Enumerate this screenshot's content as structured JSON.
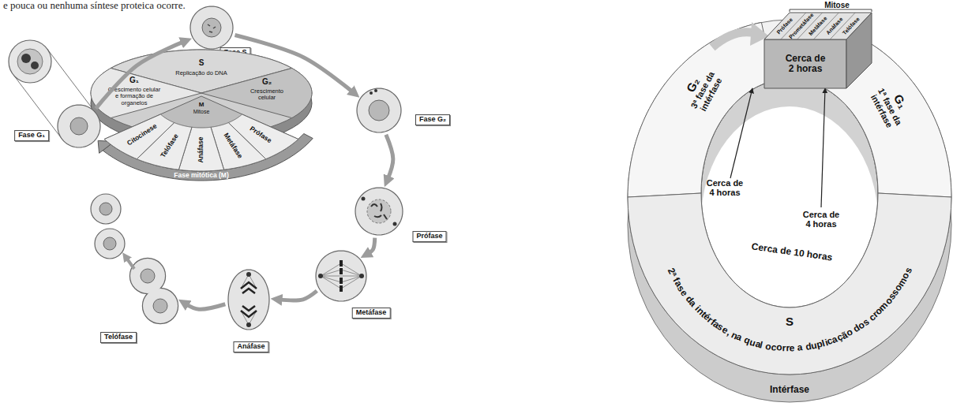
{
  "diagram": {
    "nodes": [
      {
        "text": [
          "Fase G₁"
        ]
      },
      {
        "text": [
          "Fase S"
        ]
      },
      {
        "text": [
          "Fase G₂"
        ]
      },
      {
        "text": [
          "Prófase"
        ]
      },
      {
        "text": [
          "Metáfase"
        ]
      },
      {
        "text": [
          "Anáfase"
        ]
      },
      {
        "text": [
          "Telófase"
        ]
      },
      {
        "text": [
          "S",
          "Replicação do DNA"
        ]
      },
      {
        "text": [
          "G₁",
          "Crescimento celular e formação de organelos"
        ]
      },
      {
        "text": [
          "G₂",
          "Crescimento celular"
        ]
      },
      {
        "text": [
          "M",
          "Mitose"
        ]
      },
      {
        "text": [
          "Prófase"
        ],
        "in": 10
      },
      {
        "text": [
          "Metáfase"
        ],
        "in": 10
      },
      {
        "text": [
          "Anáfase"
        ],
        "in": 10
      },
      {
        "text": [
          "Telófase"
        ],
        "in": 10
      },
      {
        "text": [
          "Citocinese"
        ],
        "in": 10
      },
      {
        "text": [
          "G₂",
          "3ª fase da intérfase"
        ]
      },
      {
        "text": [
          "Mitose",
          "Prófase",
          "Prometáfase",
          "Metáfase",
          "Anáfase",
          "Telófase",
          "Cerca de 2 horas"
        ]
      },
      {
        "text": [
          "G₁",
          "1ª fase da intérfase"
        ]
      },
      {
        "text": [
          "S",
          "2ª fase da intérfase, na qual ocorre a duplicação dos cromossomos"
        ]
      }
    ],
    "edges": [
      {
        "from": 0,
        "to": 1,
        "arrow": "to"
      },
      {
        "from": 1,
        "to": 2,
        "arrow": "to"
      },
      {
        "from": 2,
        "to": 3,
        "arrow": "to"
      },
      {
        "from": 3,
        "to": 4,
        "arrow": "to"
      },
      {
        "from": 4,
        "to": 5,
        "arrow": "to"
      },
      {
        "from": 5,
        "to": 6,
        "arrow": "to"
      }
    ],
    "labels": [
      "e pouca ou nenhuma síntese proteica ocorre.",
      "Fase mitótica (M)",
      "Cerca de 4 horas",
      "Cerca de 4 horas",
      "Cerca de 10 horas",
      "Intérfase"
    ]
  }
}
